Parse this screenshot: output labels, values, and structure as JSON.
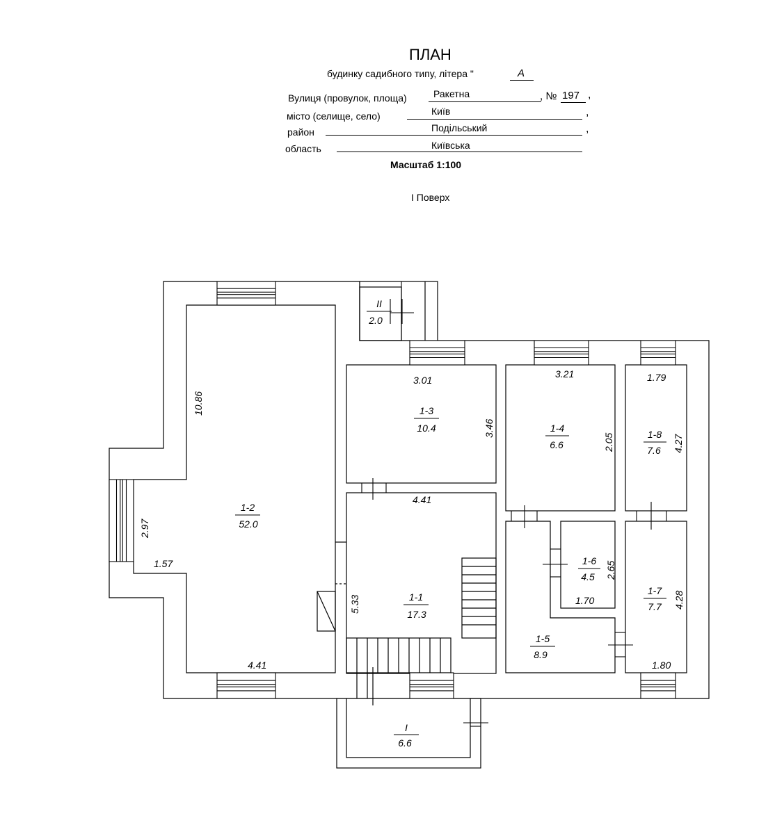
{
  "header": {
    "title": "ПЛАН",
    "subtitle_prefix": "будинку садибного типу, літера \"",
    "litera": "А",
    "street_label": "Вулиця (провулок, площа)",
    "street_value": "Ракетна",
    "number_label": ", №",
    "number_value": "197",
    "city_label": "місто (селище, село)",
    "city_value": "Київ",
    "district_label": "район",
    "district_value": "Подільський",
    "region_label": "область",
    "region_value": "Київська",
    "scale": "Масштаб  1:100",
    "floor": "І Поверх"
  },
  "rooms": [
    {
      "id": "1-2",
      "area": "52.0"
    },
    {
      "id": "1-3",
      "area": "10.4"
    },
    {
      "id": "1-4",
      "area": "6.6"
    },
    {
      "id": "1-8",
      "area": "7.6"
    },
    {
      "id": "1-1",
      "area": "17.3"
    },
    {
      "id": "1-6",
      "area": "4.5"
    },
    {
      "id": "1-7",
      "area": "7.7"
    },
    {
      "id": "1-5",
      "area": "8.9"
    },
    {
      "id": "II",
      "area": "2.0"
    },
    {
      "id": "I",
      "area": "6.6"
    }
  ],
  "dimensions": {
    "d_10_86": "10.86",
    "d_2_97": "2.97",
    "d_1_57": "1.57",
    "d_4_41_bottom": "4.41",
    "d_3_01": "3.01",
    "d_3_46": "3.46",
    "d_4_41_mid": "4.41",
    "d_5_33": "5.33",
    "d_3_21": "3.21",
    "d_2_05": "2.05",
    "d_1_79": "1.79",
    "d_4_27": "4.27",
    "d_2_65": "2.65",
    "d_1_70": "1.70",
    "d_4_28": "4.28",
    "d_1_80": "1.80"
  }
}
